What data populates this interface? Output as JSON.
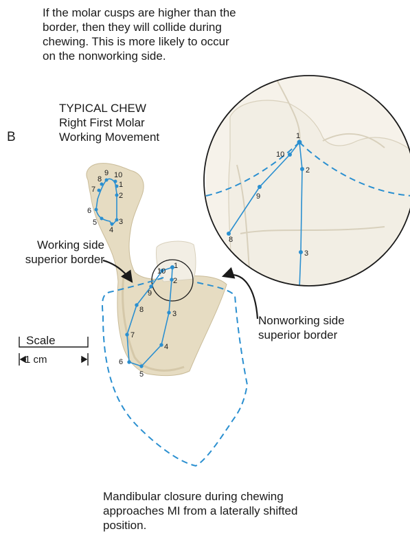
{
  "captions": {
    "top": "If the molar cusps are higher than the\nborder, then they will collide during\nchewing. This is more likely to occur\non the nonworking side.",
    "title": "TYPICAL CHEW\nRight First Molar\nWorking Movement",
    "panel_letter": "B",
    "working_side": "Working side\nsuperior border",
    "nonworking_side": "Nonworking side\nsuperior border",
    "scale_word": "Scale",
    "scale_value": "1 cm",
    "bottom": "Mandibular closure during chewing\napproaches MI from a laterally shifted\nposition."
  },
  "small_loop_labels": [
    "9",
    "10",
    "8",
    "1",
    "7",
    "2",
    "6",
    "5",
    "4",
    "3"
  ],
  "main_path_labels": [
    "1",
    "10",
    "2",
    "9",
    "8",
    "3",
    "7",
    "4",
    "6",
    "5"
  ],
  "zoom_labels": [
    "1",
    "10",
    "2",
    "9",
    "8",
    "3"
  ],
  "colors": {
    "trace": "#2a8fd0",
    "bone": "#e6dcc2",
    "bone_shadow": "#c9bb98",
    "tooth": "#f2eee4",
    "tooth_shadow": "#d8d0bc",
    "text": "#1a1a1a"
  }
}
